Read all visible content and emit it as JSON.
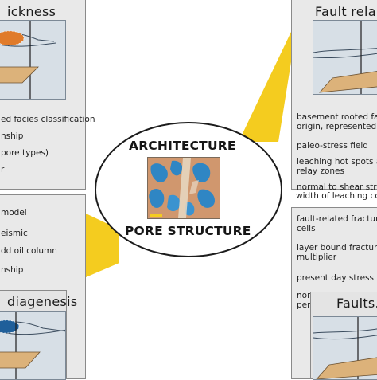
{
  "center": {
    "title_top": "ARCHITECTURE",
    "title_bottom": "PORE STRUCTURE"
  },
  "panels": {
    "top_left": {
      "title": "ickness",
      "items": [
        "ed facies classification",
        "nship",
        "pore types)",
        "r"
      ]
    },
    "mid_left": {
      "items": [
        "model",
        "eismic",
        "dd oil column",
        "nship"
      ]
    },
    "bottom_left": {
      "title": "diagenesis"
    },
    "top_right": {
      "title": "Fault rela",
      "items": [
        [
          "basement rooted faul",
          "origin, represented by"
        ],
        [
          "paleo-stress field"
        ],
        [
          "leaching hot spots at",
          "relay zones"
        ],
        [
          "normal to shear stress",
          "width of leaching corr"
        ]
      ]
    },
    "mid_right": {
      "items": [
        [
          "fault-related fractures",
          "cells"
        ],
        [
          "layer bound fractures",
          "multiplier"
        ],
        [
          "present day stress fie"
        ],
        [
          "normal to shear stres",
          "permeability"
        ]
      ]
    },
    "bottom_right": {
      "title": "Faults."
    }
  },
  "colors": {
    "band": "#f4cc1f",
    "panel_bg": "#e9e9e9",
    "figure_bg": "#d7dfe6",
    "slab": "#dcb27a",
    "rock": "#c98a62",
    "pore": "#2f86c4"
  }
}
